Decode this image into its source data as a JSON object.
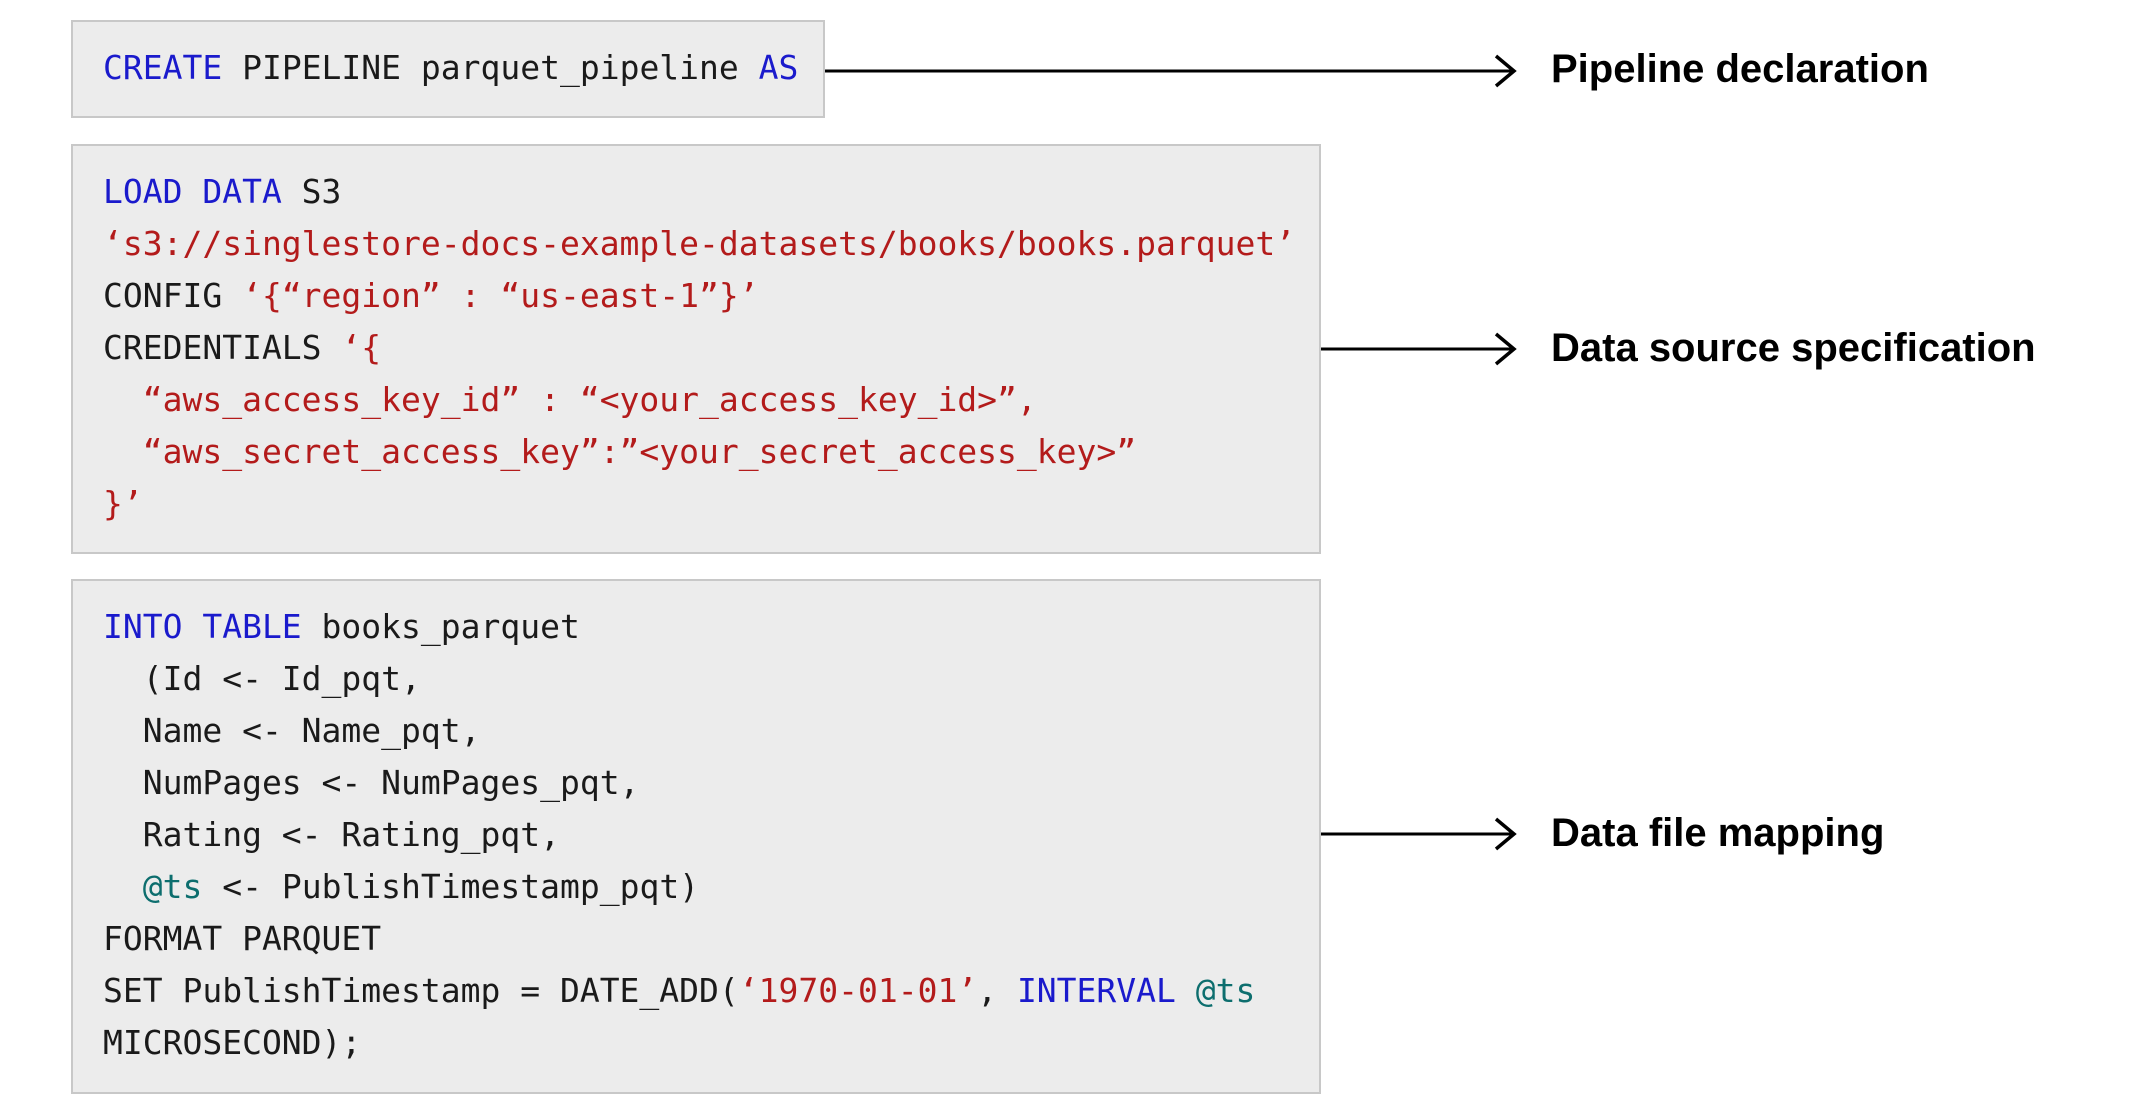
{
  "blocks": [
    {
      "lines": [
        [
          {
            "t": "CREATE",
            "c": "kw"
          },
          {
            "t": " PIPELINE parquet_pipeline ",
            "c": "pl"
          },
          {
            "t": "AS",
            "c": "kw"
          }
        ]
      ]
    },
    {
      "lines": [
        [
          {
            "t": "LOAD DATA",
            "c": "kw"
          },
          {
            "t": " S3",
            "c": "pl"
          }
        ],
        [
          {
            "t": "‘s3://singlestore-docs-example-datasets/books/books.parquet’",
            "c": "str"
          }
        ],
        [
          {
            "t": "CONFIG ",
            "c": "pl"
          },
          {
            "t": "‘{“region” : “us-east-1”}’",
            "c": "str"
          }
        ],
        [
          {
            "t": "CREDENTIALS ",
            "c": "pl"
          },
          {
            "t": "‘{",
            "c": "str"
          }
        ],
        [
          {
            "t": "  “aws_access_key_id” : “<your_access_key_id>”,",
            "c": "str"
          }
        ],
        [
          {
            "t": "  “aws_secret_access_key”:”<your_secret_access_key>”",
            "c": "str"
          }
        ],
        [
          {
            "t": "}’",
            "c": "str"
          }
        ]
      ]
    },
    {
      "lines": [
        [
          {
            "t": "INTO TABLE",
            "c": "kw"
          },
          {
            "t": " books_parquet",
            "c": "pl"
          }
        ],
        [
          {
            "t": "  (Id <- Id_pqt,",
            "c": "pl"
          }
        ],
        [
          {
            "t": "  Name <- Name_pqt,",
            "c": "pl"
          }
        ],
        [
          {
            "t": "  NumPages <- NumPages_pqt,",
            "c": "pl"
          }
        ],
        [
          {
            "t": "  Rating <- Rating_pqt,",
            "c": "pl"
          }
        ],
        [
          {
            "t": "  ",
            "c": "pl"
          },
          {
            "t": "@ts",
            "c": "var"
          },
          {
            "t": " <- PublishTimestamp_pqt)",
            "c": "pl"
          }
        ],
        [
          {
            "t": "FORMAT PARQUET",
            "c": "pl"
          }
        ],
        [
          {
            "t": "SET PublishTimestamp = DATE_ADD(",
            "c": "pl"
          },
          {
            "t": "‘1970-01-01’",
            "c": "str"
          },
          {
            "t": ", ",
            "c": "pl"
          },
          {
            "t": "INTERVAL",
            "c": "kw"
          },
          {
            "t": " ",
            "c": "pl"
          },
          {
            "t": "@ts",
            "c": "var"
          }
        ],
        [
          {
            "t": "MICROSECOND);",
            "c": "pl"
          }
        ]
      ]
    }
  ],
  "labels": {
    "pipeline": "Pipeline declaration",
    "source": "Data source specification",
    "mapping": "Data file mapping"
  },
  "colors": {
    "keyword": "#1a1acc",
    "string": "#b31b1b",
    "variable": "#0d6e6e",
    "plain": "#1a1a1a",
    "box_background": "#ececec",
    "box_border": "#c8c8c8"
  }
}
